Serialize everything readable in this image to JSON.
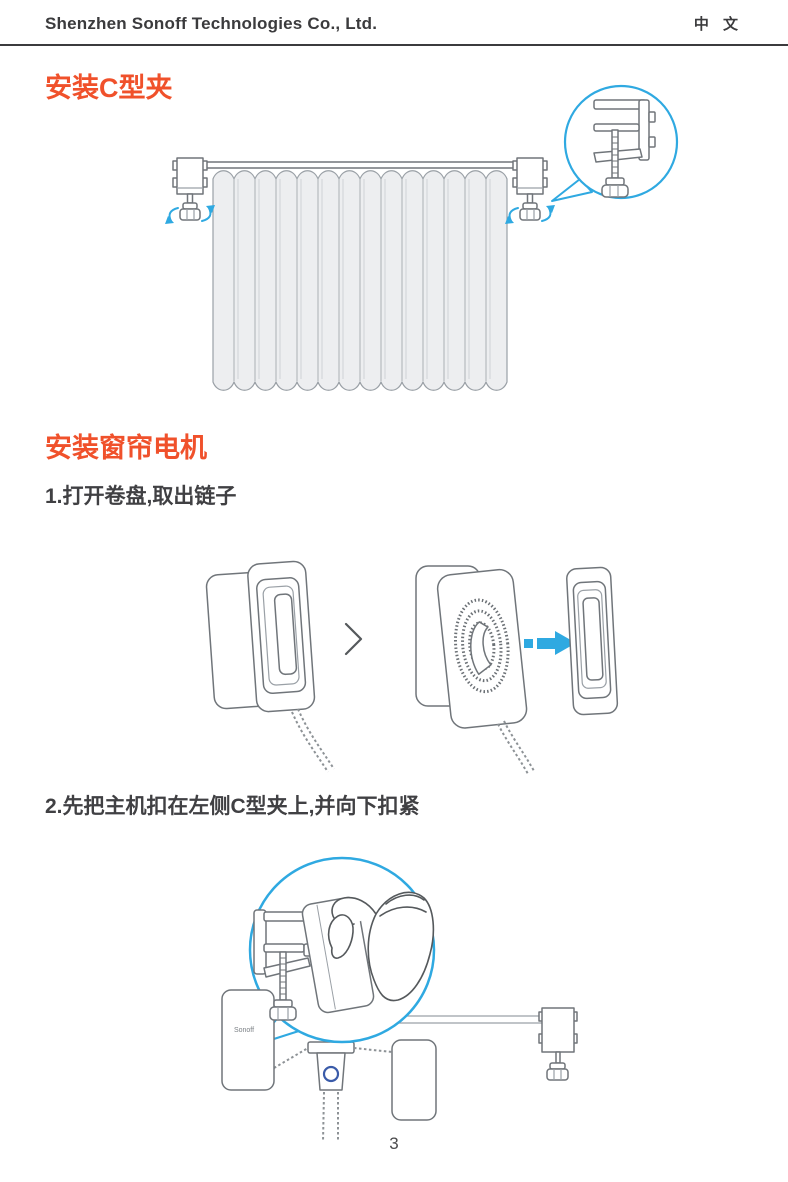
{
  "header": {
    "company": "Shenzhen Sonoff Technologies Co., Ltd.",
    "language": "中 文"
  },
  "sections": {
    "install_clamp": {
      "heading": "安装C型夹"
    },
    "install_motor": {
      "heading": "安装窗帘电机",
      "step1": "1.打开卷盘,取出链子",
      "step2": "2.先把主机扣在左侧C型夹上,并向下扣紧"
    }
  },
  "illustrations": {
    "device_logo": "Sonoff"
  },
  "footer": {
    "page_number": "3"
  },
  "colors": {
    "accent_orange": "#F0512B",
    "accent_blue": "#2FA9E1",
    "text_dark": "#3B3B3D",
    "line_gray": "#70757A"
  }
}
